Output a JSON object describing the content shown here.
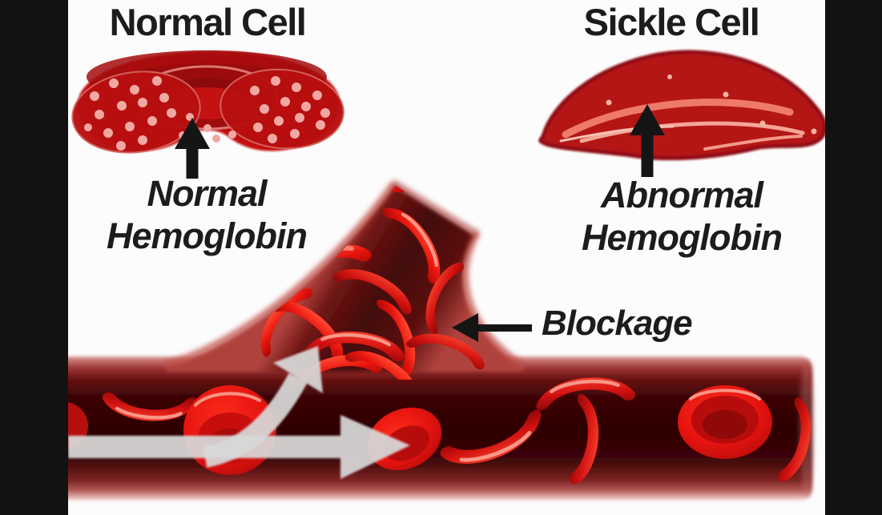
{
  "labels": {
    "normal_cell_title": "Normal Cell",
    "sickle_cell_title": "Sickle Cell",
    "normal_hemoglobin_line1": "Normal",
    "normal_hemoglobin_line2": "Hemoglobin",
    "abnormal_hemoglobin_line1": "Abnormal",
    "abnormal_hemoglobin_line2": "Hemoglobin",
    "blockage_label": "Blockage"
  },
  "icons": {
    "up_arrow_left": "black-up-arrow",
    "up_arrow_right": "black-up-arrow",
    "blockage_arrow": "black-left-arrow",
    "flow_arrow_straight": "gray-right-arrow",
    "flow_arrow_curved": "gray-curved-up-right-arrow"
  },
  "colors": {
    "frame": "#121212",
    "background": "#fcfcfc",
    "text": "#1c1c1c",
    "arrow_black": "#151515",
    "flow_arrow_gray": "#d9d9d9",
    "cell_red": "#c41111",
    "cell_dark_red": "#9e0d0e",
    "dot_pink": "#f2a8a2",
    "sickle_body": "#b41319",
    "sickle_streak": "#ee7a6a",
    "bright_cell": "#e8140d",
    "vessel_light": "#c4706d",
    "vessel_mid": "#8f2423",
    "vessel_dark": "#2d0304"
  }
}
